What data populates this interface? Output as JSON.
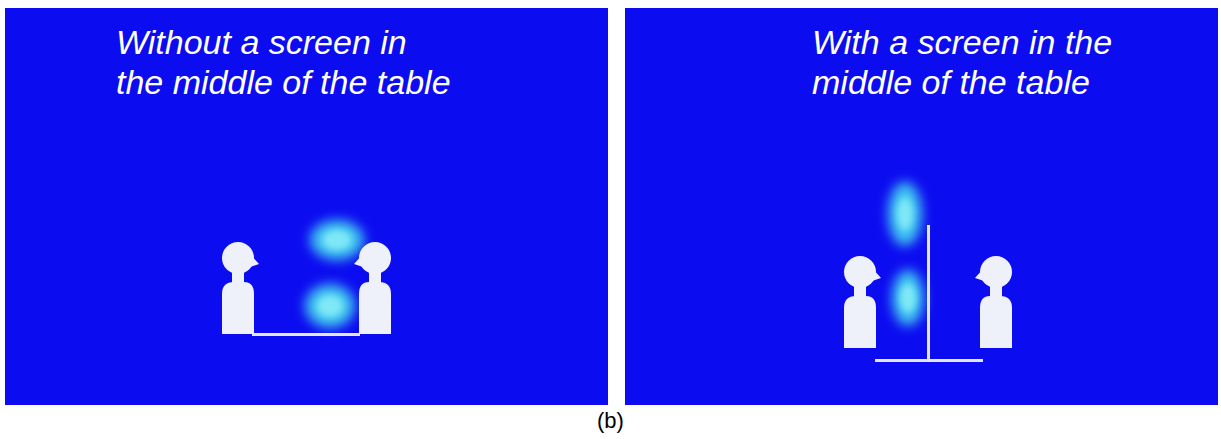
{
  "diagram": {
    "caption": "(b)",
    "nodes": [
      {
        "text": [
          "Without a screen in the middle of the table"
        ]
      },
      {
        "text": [
          "With a screen in the middle of the table"
        ]
      }
    ]
  }
}
